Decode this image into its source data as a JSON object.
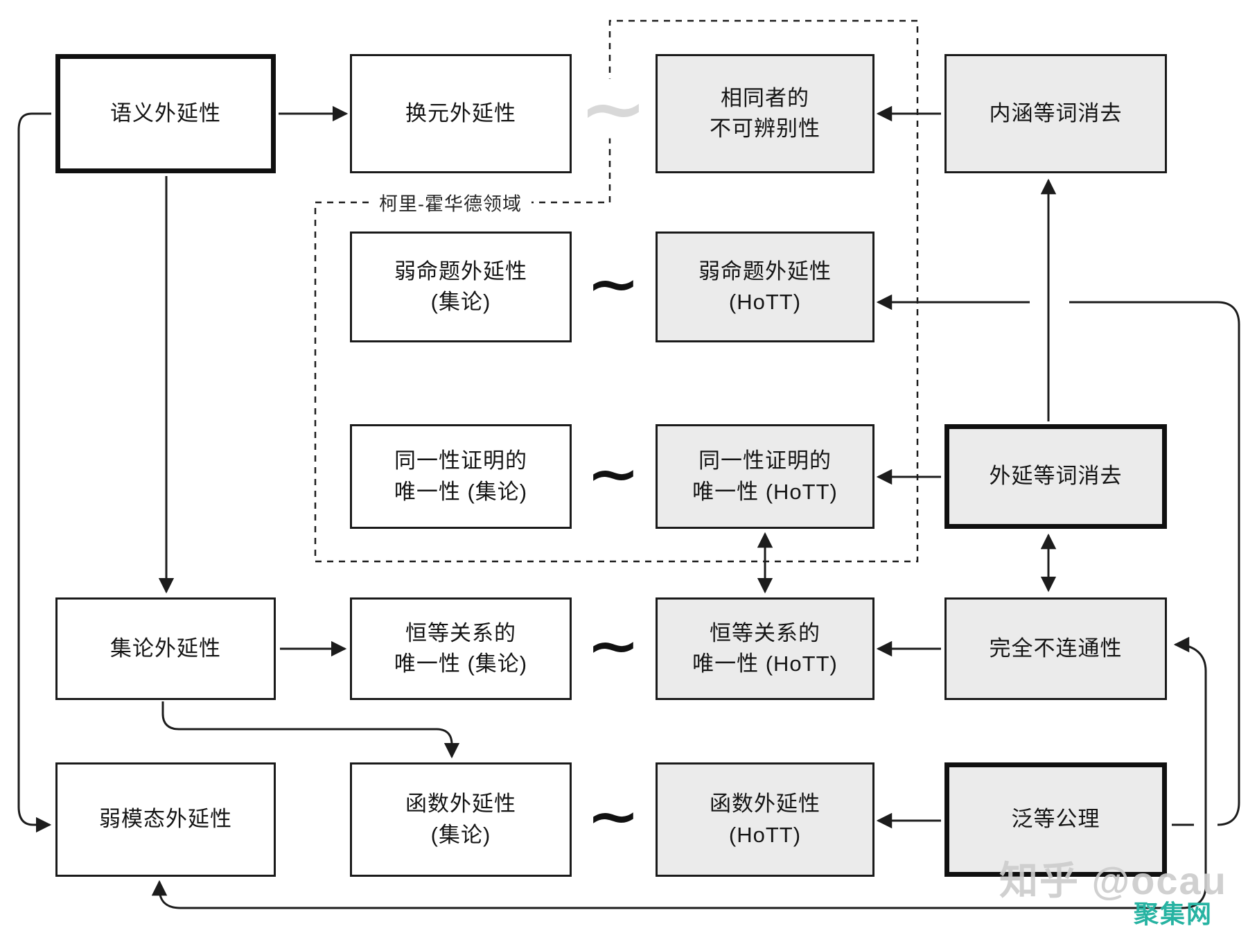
{
  "region": {
    "label": "柯里-霍华德领域"
  },
  "symbols": {
    "equiv_tilde": "~"
  },
  "nodes": {
    "semantic_ext": {
      "l1": "语义外延性"
    },
    "substitution_ext": {
      "l1": "换元外延性"
    },
    "indiscernibility": {
      "l1": "相同者的",
      "l2": "不可辨别性"
    },
    "intensional_eq_elim": {
      "l1": "内涵等词消去"
    },
    "weak_prop_set": {
      "l1": "弱命题外延性",
      "l2": "(集论)"
    },
    "weak_prop_hott": {
      "l1": "弱命题外延性",
      "l2": "(HoTT)"
    },
    "uip_set": {
      "l1": "同一性证明的",
      "l2": "唯一性 (集论)"
    },
    "uip_hott": {
      "l1": "同一性证明的",
      "l2": "唯一性 (HoTT)"
    },
    "extensional_eq_elim": {
      "l1": "外延等词消去"
    },
    "set_ext": {
      "l1": "集论外延性"
    },
    "uir_set": {
      "l1": "恒等关系的",
      "l2": "唯一性 (集论)"
    },
    "uir_hott": {
      "l1": "恒等关系的",
      "l2": "唯一性 (HoTT)"
    },
    "total_disconnectedness": {
      "l1": "完全不连通性"
    },
    "weak_modal_ext": {
      "l1": "弱模态外延性"
    },
    "funext_set": {
      "l1": "函数外延性",
      "l2": "(集论)"
    },
    "funext_hott": {
      "l1": "函数外延性",
      "l2": "(HoTT)"
    },
    "univalence": {
      "l1": "泛等公理"
    }
  },
  "watermarks": {
    "zhihu": "知乎 @ocau",
    "juji": "聚集网"
  },
  "colors": {
    "box_gray": "#ebebeb",
    "line": "#1c1c1c",
    "tilde_light": "#d8d8d8",
    "watermark_gray": "#cdcdcd",
    "watermark_teal": "#27b3a2"
  }
}
